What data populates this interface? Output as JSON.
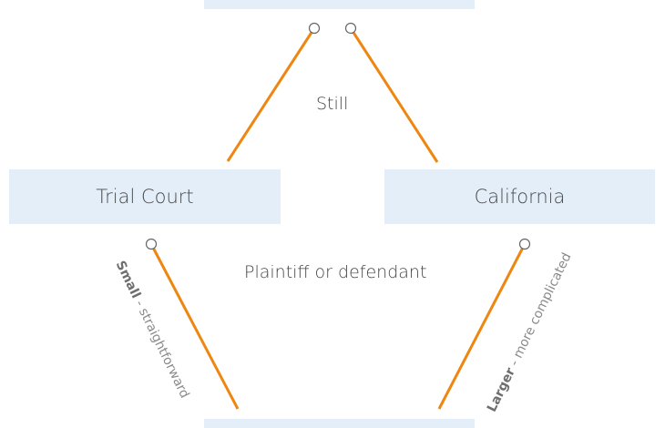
{
  "boxes": {
    "top": "",
    "left": "Trial Court",
    "right": "California",
    "bottom": ""
  },
  "labels": {
    "still": "Still",
    "party": "Plaintiff or defendant"
  },
  "edges": {
    "small_strong": "Small",
    "small_rest": " - straightforward",
    "larger_strong": "Larger",
    "larger_rest": " - more complicated"
  },
  "colors": {
    "line": "#ee8711",
    "box": "#e3eef8",
    "text": "#4a4a4a"
  }
}
